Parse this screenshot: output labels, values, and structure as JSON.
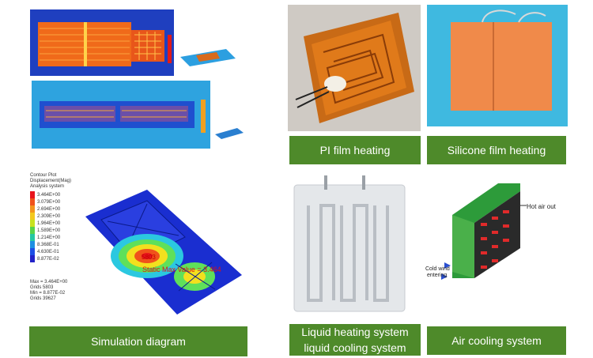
{
  "labels": {
    "pi_film": "PI film heating",
    "silicone_film": "Silicone film heating",
    "simulation": "Simulation diagram",
    "liquid_line1": "Liquid heating system",
    "liquid_line2": "liquid cooling system",
    "air_cooling": "Air cooling system"
  },
  "contour": {
    "title_lines": [
      "Contour Plot",
      "Displacement(Mag)",
      "Analysis system"
    ],
    "legend_values": [
      "3.464E+00",
      "3.079E+00",
      "2.694E+00",
      "2.309E+00",
      "1.964E+00",
      "1.589E+00",
      "1.214E+00",
      "8.368E-01",
      "4.630E-01",
      "8.877E-02"
    ],
    "legend_colors": [
      "#e8141c",
      "#f0521b",
      "#f3941d",
      "#f3c81e",
      "#c8e21f",
      "#58d34a",
      "#25c7a4",
      "#1d8fe2",
      "#1c4ee6",
      "#2222c8"
    ],
    "stats_lines": [
      "Max = 3.464E+00",
      "Grids 5803",
      "Min = 8.877E-02",
      "Grids 39627"
    ],
    "node_label": "5803",
    "max_label": "Static Max Value = 3.464"
  },
  "air_cooling_diagram": {
    "hot_air": "Hot air out",
    "cold_wind_line1": "Cold wind",
    "cold_wind_line2": "entering"
  },
  "colors": {
    "label_bg": "#4e8a2a",
    "label_text": "#ffffff"
  }
}
